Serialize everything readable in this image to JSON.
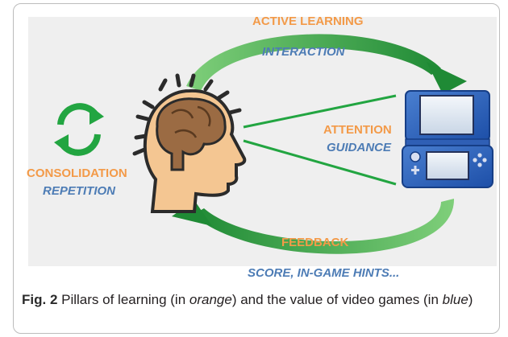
{
  "labels": {
    "active_learning": "ACTIVE LEARNING",
    "interaction": "INTERACTION",
    "attention": "ATTENTION",
    "guidance": "GUIDANCE",
    "consolidation": "CONSOLIDATION",
    "repetition": "REPETITION",
    "feedback": "FEEDBACK",
    "score_hints": "SCORE, IN-GAME HINTS..."
  },
  "caption": {
    "prefix": "Fig. 2",
    "text_1": " Pillars of learning (in ",
    "orange_word": "orange",
    "text_2": ") and the value of video games (in ",
    "blue_word": "blue",
    "text_3": ")"
  },
  "icons": {
    "head": "head-with-brain-icon",
    "console": "handheld-console-icon",
    "cycle": "refresh-cycle-icon"
  },
  "colors": {
    "orange": "#f39a48",
    "blue": "#4d7cb5",
    "green": "#1f9a3a",
    "panel": "#efefef"
  }
}
